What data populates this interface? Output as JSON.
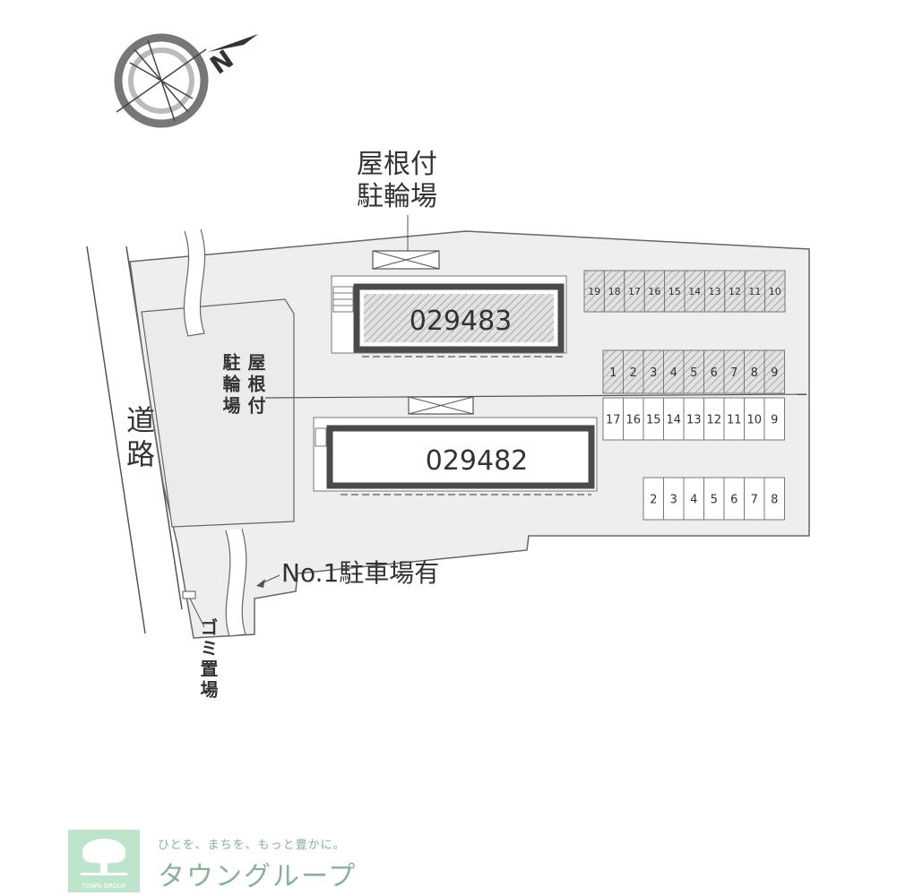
{
  "compass": {
    "north_letter": "N"
  },
  "labels": {
    "covered_bike_parking_top_line1": "屋根付",
    "covered_bike_parking_top_line2": "駐輪場",
    "covered_bike_parking_left_col1": "屋根付",
    "covered_bike_parking_left_col2": "駐輪場",
    "road": "道路",
    "parking_note": "No.1駐車場有",
    "garbage": "ゴミ置場"
  },
  "buildings": [
    {
      "id": "029483",
      "style": "hatched"
    },
    {
      "id": "029482",
      "style": "plain"
    }
  ],
  "parking": {
    "row_top_hatched": [
      "19",
      "18",
      "17",
      "16",
      "15",
      "14",
      "13",
      "12",
      "11",
      "10"
    ],
    "row_mid_hatched": [
      "1",
      "2",
      "3",
      "4",
      "5",
      "6",
      "7",
      "8",
      "9"
    ],
    "row_mid_plain": [
      "17",
      "16",
      "15",
      "14",
      "13",
      "12",
      "11",
      "10",
      "9"
    ],
    "row_bottom_plain": [
      "2",
      "3",
      "4",
      "5",
      "6",
      "7",
      "8"
    ]
  },
  "logo": {
    "caption": "TOWN GROUP",
    "tagline": "ひとを、まちを、もっと豊かに。",
    "brand": "タウングループ"
  },
  "colors": {
    "ground": "#eeeeee",
    "building_border": "#4a4a4a",
    "hatch": "#bdbdbd",
    "brand_green": "#8ab09a",
    "logo_bg": "#bfe4cc"
  }
}
